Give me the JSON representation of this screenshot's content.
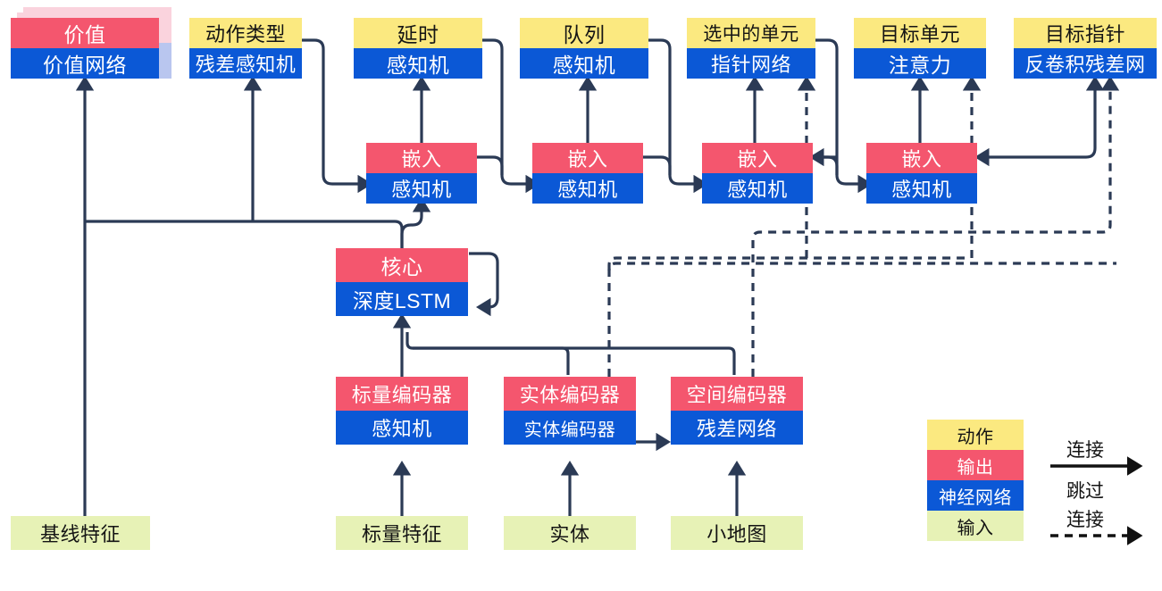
{
  "diagram": {
    "title": "",
    "palette": {
      "action": "#fbe980",
      "output": "#f4566e",
      "network": "#0b58d6",
      "input": "#e7f2b6",
      "edge": "#2b3a55",
      "legend_arrow": "#111111",
      "ghost_pink": "#fad3dd",
      "ghost_blue": "#b9c6ef",
      "background": "#ffffff"
    },
    "outputs": [
      {
        "id": "value",
        "action": "价值",
        "network": "价值网络",
        "stacked": true
      },
      {
        "id": "action_type",
        "action": "动作类型",
        "network": "残差感知机",
        "stacked": false
      },
      {
        "id": "delay",
        "action": "延时",
        "network": "感知机",
        "stacked": false
      },
      {
        "id": "queue",
        "action": "队列",
        "network": "感知机",
        "stacked": false
      },
      {
        "id": "selected",
        "action": "选中的单元",
        "network": "指针网络",
        "stacked": false
      },
      {
        "id": "target_unit",
        "action": "目标单元",
        "network": "注意力",
        "stacked": false
      },
      {
        "id": "target_point",
        "action": "目标指针",
        "network": "反卷积残差网",
        "stacked": false
      }
    ],
    "embeddings": [
      {
        "id": "emb1",
        "output": "嵌入",
        "network": "感知机"
      },
      {
        "id": "emb2",
        "output": "嵌入",
        "network": "感知机"
      },
      {
        "id": "emb3",
        "output": "嵌入",
        "network": "感知机"
      },
      {
        "id": "emb4",
        "output": "嵌入",
        "network": "感知机"
      }
    ],
    "core": {
      "id": "core",
      "output": "核心",
      "network": "深度LSTM"
    },
    "encoders": [
      {
        "id": "scalar_encoder",
        "output": "标量编码器",
        "network": "感知机"
      },
      {
        "id": "entity_encoder",
        "output": "实体编码器",
        "network": "实体编码器"
      },
      {
        "id": "spatial_encoder",
        "output": "空间编码器",
        "network": "残差网络"
      }
    ],
    "inputs": [
      {
        "id": "baseline_features",
        "label": "基线特征"
      },
      {
        "id": "scalar_features",
        "label": "标量特征"
      },
      {
        "id": "entities",
        "label": "实体"
      },
      {
        "id": "minimap",
        "label": "小地图"
      }
    ],
    "legend": {
      "swatches": [
        {
          "id": "action",
          "label": "动作",
          "color": "#fbe980"
        },
        {
          "id": "output",
          "label": "输出",
          "color": "#f4566e"
        },
        {
          "id": "network",
          "label": "神经网络",
          "color": "#0b58d6"
        },
        {
          "id": "input",
          "label": "输入",
          "color": "#e7f2b6"
        }
      ],
      "edges": [
        {
          "id": "connection",
          "label": "连接",
          "style": "solid"
        },
        {
          "id": "skip_connection",
          "label_line1": "跳过",
          "label_line2": "连接",
          "style": "dashed"
        }
      ]
    }
  }
}
